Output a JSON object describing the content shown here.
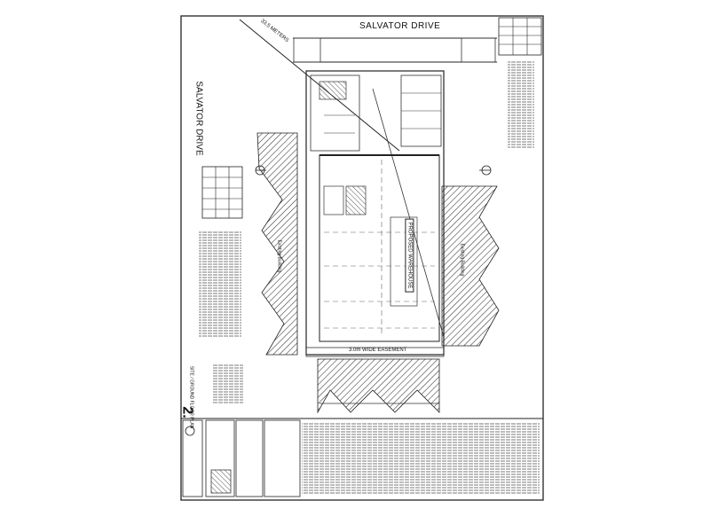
{
  "streets": {
    "top": "SALVATOR DRIVE",
    "left": "SALVATOR DRIVE"
  },
  "plan": {
    "easement": "3.0m WIDE EASEMENT",
    "sheet_number": "2.",
    "proposed_building": "PROPOSED WAREHOUSE",
    "truncation": "33.5 METERS",
    "sheet_title_strip": "SITE / GROUND FLOOR PLAN",
    "existing_label": "Existing Building"
  }
}
